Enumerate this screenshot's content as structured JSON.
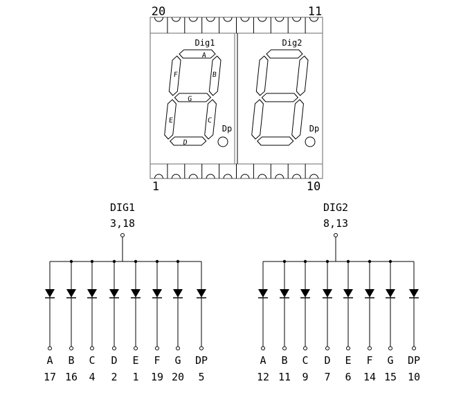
{
  "package": {
    "pin_labels": {
      "top_left": "20",
      "top_right": "11",
      "bottom_left": "1",
      "bottom_right": "10"
    },
    "digits": [
      {
        "label": "Dig1",
        "dp_label": "Dp",
        "segment_labels": {
          "A": "A",
          "B": "B",
          "C": "C",
          "D": "D",
          "E": "E",
          "F": "F",
          "G": "G"
        }
      },
      {
        "label": "Dig2",
        "dp_label": "Dp"
      }
    ]
  },
  "schematics": [
    {
      "common_label": "DIG1",
      "common_pins": "3,18",
      "segments": [
        {
          "name": "A",
          "pin": "17"
        },
        {
          "name": "B",
          "pin": "16"
        },
        {
          "name": "C",
          "pin": "4"
        },
        {
          "name": "D",
          "pin": "2"
        },
        {
          "name": "E",
          "pin": "1"
        },
        {
          "name": "F",
          "pin": "19"
        },
        {
          "name": "G",
          "pin": "20"
        },
        {
          "name": "DP",
          "pin": "5"
        }
      ]
    },
    {
      "common_label": "DIG2",
      "common_pins": "8,13",
      "segments": [
        {
          "name": "A",
          "pin": "12"
        },
        {
          "name": "B",
          "pin": "11"
        },
        {
          "name": "C",
          "pin": "9"
        },
        {
          "name": "D",
          "pin": "7"
        },
        {
          "name": "E",
          "pin": "6"
        },
        {
          "name": "F",
          "pin": "14"
        },
        {
          "name": "G",
          "pin": "15"
        },
        {
          "name": "DP",
          "pin": "10"
        }
      ]
    }
  ]
}
